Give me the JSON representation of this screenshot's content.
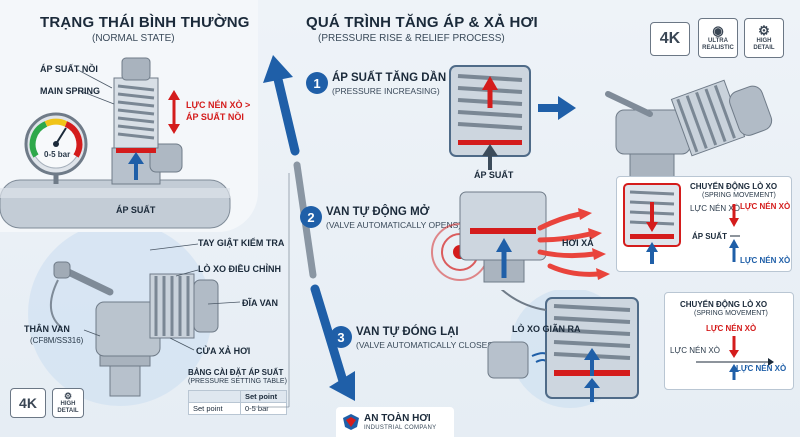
{
  "normal_state": {
    "title": "TRẠNG THÁI BÌNH THƯỜNG",
    "subtitle": "(NORMAL STATE)",
    "label_pressure_chamber": "ÁP SUẤT NỒI",
    "label_main_spring": "MAIN SPRING",
    "force_text_line1": "LỰC NÉN XÒ >",
    "force_text_line2": "ÁP SUẤT NỒI",
    "gauge_label": "0-5 bar",
    "label_pressure": "ÁP SUẤT"
  },
  "valve_parts": {
    "test_lever": "TAY GIẬT KIỂM TRA",
    "adjust_spring": "LÒ XO ĐIỀU CHỈNH",
    "disc": "ĐĨA VAN",
    "body_line1": "THÂN VAN",
    "body_line2": "(CF8M/SS316)",
    "outlet": "CỬA XẢ HƠI"
  },
  "settings_table": {
    "title_line1": "BẢNG CÀI ĐẶT ÁP SUẤT",
    "title_line2": "(PRESSURE SETTING TABLE)",
    "header": [
      "",
      "Set point"
    ],
    "row": [
      "Set point",
      "0-5 bar"
    ]
  },
  "process": {
    "title": "QUÁ TRÌNH TĂNG ÁP & XẢ HƠI",
    "subtitle": "(PRESSURE RISE & RELIEF PROCESS)",
    "steps": [
      {
        "num": "1",
        "title": "ÁP SUẤT TĂNG DẦN",
        "sub": "(PRESSURE INCREASING)"
      },
      {
        "num": "2",
        "title": "VAN TỰ ĐỘNG MỞ",
        "sub": "(VALVE AUTOMATICALLY OPENS)"
      },
      {
        "num": "3",
        "title": "VAN TỰ ĐÓNG LẠI",
        "sub": "(VALVE AUTOMATICALLY CLOSES)"
      }
    ],
    "step1_label": "ÁP SUẤT",
    "step2_steam": "HƠI XẢ",
    "step3_spring": "LÒ XO GIÃN RA"
  },
  "spring_box_open": {
    "title": "CHUYỂN ĐỘNG LÒ XO",
    "subtitle": "(SPRING MOVEMENT)",
    "spring_force": "LỰC NÉN XÒ",
    "spring_force_red": "LỰC NÉN XÒ",
    "pressure": "ÁP SUẤT",
    "spring_force_blue": "LỰC NÉN XÒ"
  },
  "spring_box_close": {
    "title": "CHUYỂN ĐỘNG LÒ XO",
    "subtitle": "(SPRING MOVEMENT)",
    "spring_force_red": "LỰC NÉN XÒ",
    "spring_force": "LỰC NÉN XÒ",
    "spring_force_blue": "LỰC NÉN XÒ"
  },
  "badges": {
    "top_4k": "4K",
    "ultra_line1": "ULTRA",
    "ultra_line2": "REALISTIC",
    "high_line1": "HIGH",
    "high_line2": "DETAIL",
    "bottom_4k": "4K",
    "bottom_high_line1": "HIGH",
    "bottom_high_line2": "DETAIL"
  },
  "logo": {
    "name": "AN TOÀN HƠI",
    "tagline": "INDUSTRIAL COMPANY"
  },
  "colors": {
    "accent_blue": "#1f5fa8",
    "accent_red": "#d41c1c",
    "steel": "#9aa7b4"
  }
}
